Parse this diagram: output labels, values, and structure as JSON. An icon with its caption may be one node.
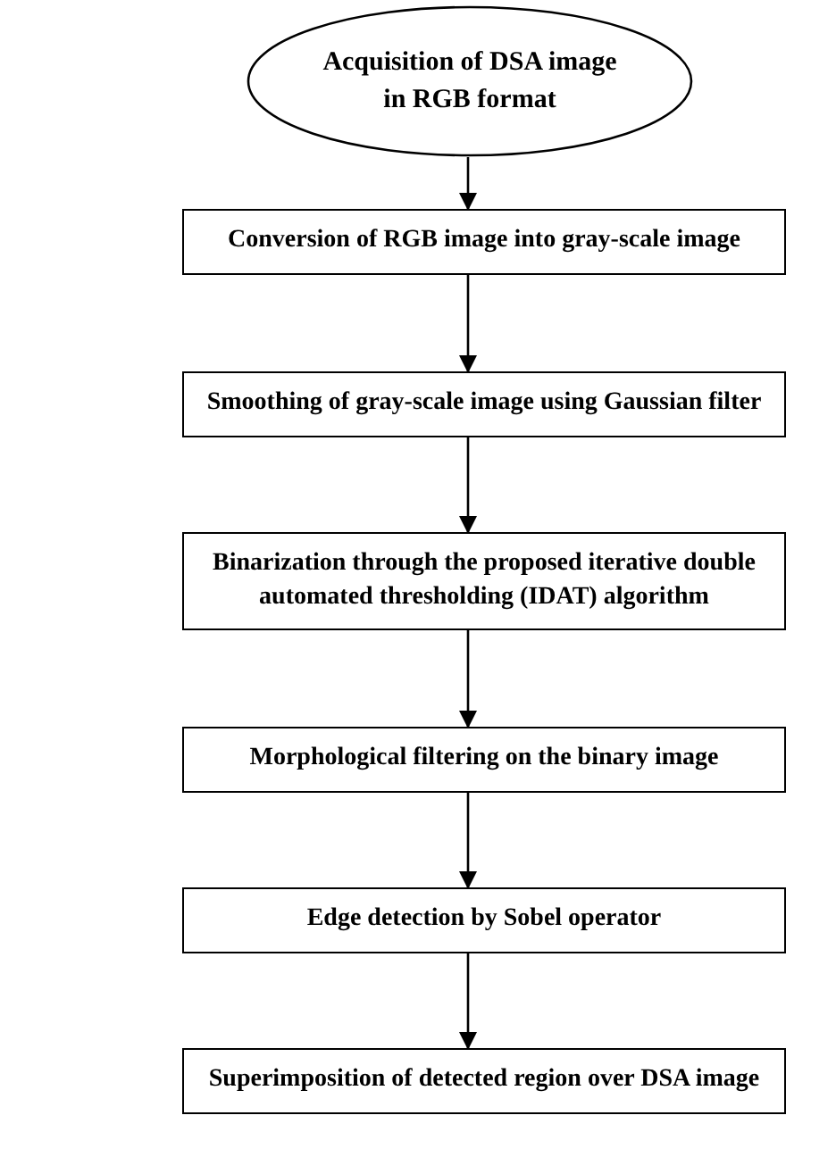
{
  "diagram": {
    "nodes": [
      {
        "text": [
          "Acquisition of DSA image in RGB format"
        ]
      },
      {
        "text": [
          "Conversion of RGB image into gray-scale image"
        ]
      },
      {
        "text": [
          "Smoothing of gray-scale image using Gaussian filter"
        ]
      },
      {
        "text": [
          "Binarization through the proposed iterative double automated thresholding (IDAT)  algorithm"
        ]
      },
      {
        "text": [
          "Morphological filtering on the binary image"
        ]
      },
      {
        "text": [
          "Edge detection by Sobel operator"
        ]
      },
      {
        "text": [
          "Superimposition of detected  region over DSA image"
        ]
      }
    ],
    "edges": [
      {
        "from": 0,
        "to": 1,
        "arrow": "to"
      },
      {
        "from": 1,
        "to": 2,
        "arrow": "to"
      },
      {
        "from": 2,
        "to": 3,
        "arrow": "to"
      },
      {
        "from": 3,
        "to": 4,
        "arrow": "to"
      },
      {
        "from": 4,
        "to": 5,
        "arrow": "to"
      },
      {
        "from": 5,
        "to": 6,
        "arrow": "to"
      }
    ]
  }
}
